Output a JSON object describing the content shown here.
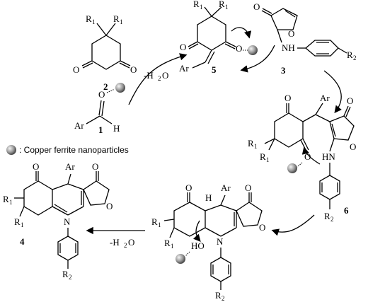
{
  "legend": {
    "text": ": Copper ferrite nanoparticles"
  },
  "steps": {
    "condensation": {
      "label": "-H",
      "sub": "2",
      "tail": "O"
    },
    "dehydration": {
      "label": "-H",
      "sub": "2",
      "tail": "O"
    }
  },
  "compounds": {
    "c1": {
      "number": "1",
      "ar": "Ar",
      "h": "H",
      "o": "O"
    },
    "c2": {
      "number": "2",
      "r": "R",
      "r_sub": "1",
      "o": "O"
    },
    "c3": {
      "number": "3",
      "nh": "NH",
      "o": "O",
      "r": "R",
      "r_sub": "2"
    },
    "c4": {
      "number": "4",
      "ar": "Ar",
      "o": "O",
      "n": "N",
      "r": "R",
      "r1_sub": "1",
      "r2_sub": "2"
    },
    "c5": {
      "number": "5",
      "ar": "Ar",
      "o": "O",
      "r": "R",
      "r_sub": "1"
    },
    "c6": {
      "number": "6",
      "ar": "Ar",
      "hn": "HN",
      "o": "O",
      "r": "R",
      "r1_sub": "1",
      "r2_sub": "2"
    },
    "c7": {
      "ar": "Ar",
      "h": "H",
      "ho": "HO",
      "n": "N",
      "o": "O",
      "r": "R",
      "r1_sub": "1",
      "r2_sub": "2"
    }
  }
}
